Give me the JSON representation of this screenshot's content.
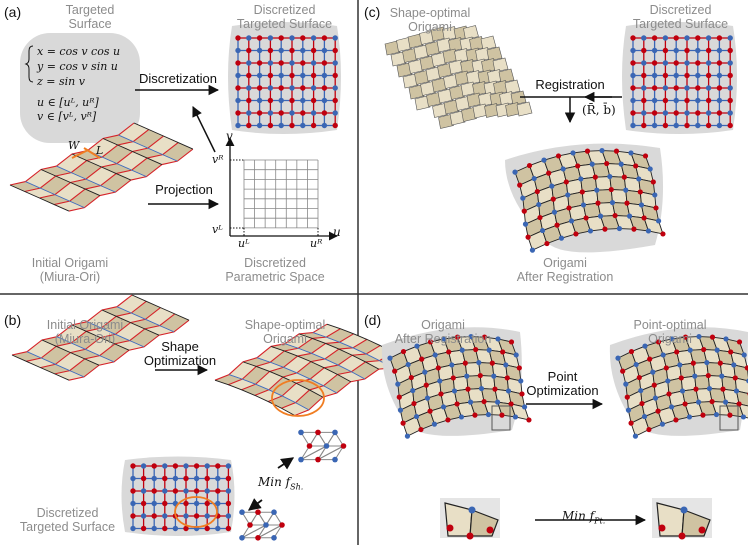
{
  "panels": {
    "a": {
      "tag": "(a)",
      "targeted_surface": [
        "Targeted",
        "Surface"
      ],
      "discretized_targeted_surface": [
        "Discretized",
        "Targeted Surface"
      ],
      "equations": [
        "x = cos v cos u",
        "y = cos v sin u",
        "z = sin v"
      ],
      "domains": [
        "u ∈ [uᴸ, uᴿ]",
        "v ∈ [vᴸ, vᴿ]"
      ],
      "arrow_discretization": "Discretization",
      "arrow_projection": "Projection",
      "initial_origami": [
        "Initial Origami",
        "(Miura-Ori)"
      ],
      "parametric_space": [
        "Discretized",
        "Parametric Space"
      ],
      "axis_u": "u",
      "axis_v": "v",
      "tick_uL": "uᴸ",
      "tick_uR": "uᴿ",
      "tick_vL": "vᴸ",
      "tick_vR": "vᴿ",
      "dim_W": "W",
      "dim_L": "L"
    },
    "b": {
      "tag": "(b)",
      "initial_origami": [
        "Initial Origami",
        "(Miura-Ori)"
      ],
      "arrow_shape_opt": [
        "Shape",
        "Optimization"
      ],
      "shape_optimal": [
        "Shape-optimal",
        "Origami"
      ],
      "min_f": "Min f",
      "min_f_sub": "Sh.",
      "discretized_targeted_surface": [
        "Discretized",
        "Targeted Surface"
      ]
    },
    "c": {
      "tag": "(c)",
      "shape_optimal": [
        "Shape-optimal",
        "Origami"
      ],
      "discretized_targeted_surface": [
        "Discretized",
        "Targeted Surface"
      ],
      "arrow_registration": "Registration",
      "registration_params": "(R̄, b̄)",
      "after_registration": [
        "Origami",
        "After Registration"
      ]
    },
    "d": {
      "tag": "(d)",
      "after_registration": [
        "Origami",
        "After Registration"
      ],
      "arrow_point_opt": [
        "Point",
        "Optimization"
      ],
      "point_optimal": [
        "Point-optimal",
        "Origami"
      ],
      "min_f": "Min f",
      "min_f_sub": "Pt."
    }
  },
  "colors": {
    "label_gray": "#8c8c8c",
    "surface_gray": "#d9d9d9",
    "grid_red": "#c0000e",
    "grid_blue": "#3a66b4",
    "crease_red": "#d6242a",
    "crease_blue": "#3f6fc4",
    "paper": "#e8dfc6",
    "paper_shade": "#cfc3a2",
    "highlight_orange": "#f07d22"
  }
}
